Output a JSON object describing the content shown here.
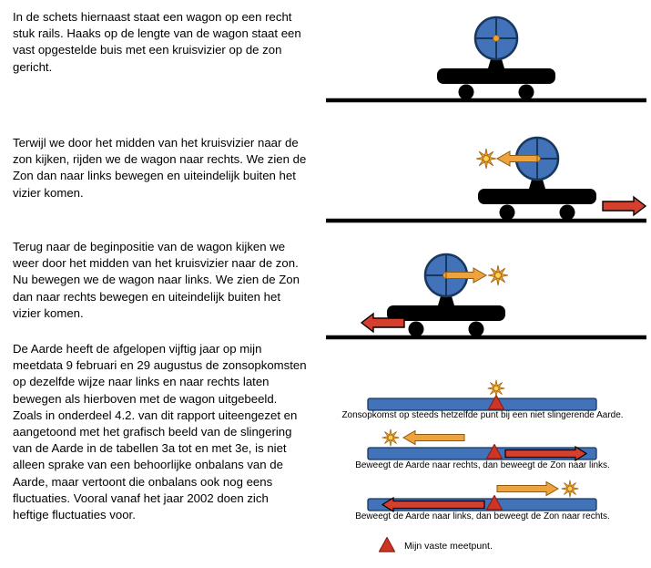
{
  "paragraphs": [
    "In de schets hiernaast staat een wagon op een recht stuk rails. Haaks op de lengte van de wagon staat een vast opgestelde buis met een kruisvizier op de zon gericht.",
    "Terwijl we door het midden van het kruisvizier naar de zon kijken, rijden we de wagon naar rechts. We zien de Zon dan naar links bewegen en uiteindelijk buiten het vizier komen.",
    "Terug naar de beginpositie van de wagon kijken we weer door het midden van het kruisvizier naar de zon. Nu bewegen we de wagon naar links. We zien de Zon dan naar rechts bewegen en uiteindelijk buiten het vizier komen.",
    "De Aarde heeft de afgelopen vijftig jaar op mijn meetdata 9 februari en 29 augustus de zonsopkomsten op dezelfde wijze naar links en naar rechts laten bewegen als hierboven met de wagon uitgebeeld. Zoals in onderdeel 4.2. van dit rapport uiteengezet en aangetoond met het grafisch beeld van de slingering van de Aarde in de tabellen 3a tot en met 3e, is niet alleen sprake van een behoorlijke onbalans van de Aarde, maar vertoont die onbalans ook nog eens fluctuaties. Vooral vanaf het jaar 2002 doen zich heftige fluctuaties voor."
  ],
  "captions": {
    "earth_static": "Zonsopkomst op steeds hetzelfde punt bij een niet slingerende Aarde.",
    "earth_right": "Beweegt de Aarde naar rechts, dan beweegt de Zon naar links.",
    "earth_left": "Beweegt de Aarde naar links, dan beweegt de Zon naar rechts.",
    "legend": "Mijn vaste meetpunt."
  },
  "icons": {
    "sun": "orange star-burst with yellow core",
    "meetpunt": "red upward triangle marker",
    "crosshair_sight": "blue circle with cross and orange center dot",
    "motion_arrow": "thick red arrow with black outline",
    "sun_motion_arrow": "thick orange arrow with dark outline"
  },
  "colors": {
    "vizier_blue": "#4273b8",
    "vizier_dark": "#17375e",
    "sun_orange": "#f0a12e",
    "sun_core": "#ffd24d",
    "sun_dark": "#9c5f0e",
    "arrow_orange": "#efa33c",
    "arrow_orange_dark": "#8c5a12",
    "arrow_red": "#d5402e",
    "earth_blue": "#4273b8",
    "marker_red": "#cf3526",
    "marker_dark": "#8c1f12",
    "wagon_black": "#000000"
  }
}
